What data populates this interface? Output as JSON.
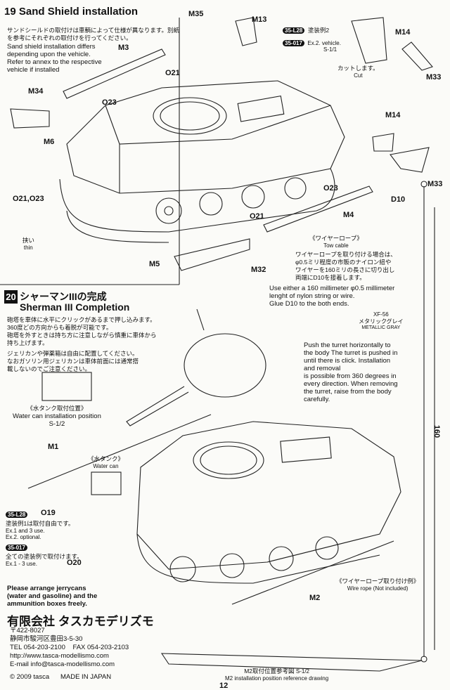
{
  "step19": {
    "number": "19",
    "title": "Sand Shield installation",
    "note_jp": [
      "サンドシールドの取付けは車輌によって仕様が異なります。別紙",
      "を参考にそれぞれの取付けを行ってください。"
    ],
    "note_en": [
      "Sand shield installation differs",
      "depending upon the vehicle.",
      "Refer to annex to the respective",
      "vehicle if installed"
    ],
    "parts": {
      "m35": "M35",
      "m13": "M13",
      "m3": "M3",
      "o21a": "O21",
      "m34": "M34",
      "o23a": "O23",
      "m6": "M6",
      "m14a": "M14",
      "m33a": "M33",
      "m14b": "M14",
      "m33b": "M33",
      "d10": "D10",
      "o23b": "O23",
      "m4": "M4",
      "o21b": "O21",
      "m5": "M5",
      "m32": "M32",
      "s11": "S-1/1"
    },
    "ex2_tag1": "35-L28",
    "ex2_tag2": "35-017",
    "ex2_jp": "塗装例2",
    "ex2_en": "Ex.2. vehicle.",
    "cut_jp": "カットします。",
    "cut_en": "Cut",
    "thin_parts": "O21,O23",
    "thin_jp": "挟い",
    "thin_en": "thin"
  },
  "towcable": {
    "title_jp": "《ワイヤーロープ》",
    "title_en": "Tow cable",
    "note_jp": [
      "ワイヤーロープを取り付ける場合は、",
      "φ0.5ミリ程度の市販のナイロン紐や",
      "ワイヤーを160ミリの長さに切り出し",
      "両端にD10を接着します。"
    ],
    "note_en": [
      "Use either a 160 millimeter φ0.5 millimeter",
      "lenght of nylon string or wire.",
      "Glue D10 to the both ends."
    ],
    "paint_code": "XF-56",
    "paint_jp": "メタリックグレイ",
    "paint_en": "METALLIC GRAY",
    "length": "160"
  },
  "step20": {
    "number": "20",
    "title_jp": "シャーマンIIIの完成",
    "title_en": "Sherman III Completion",
    "note_jp": [
      "砲塔を車体に水平にクリックがあるまで押し込みます。",
      "360度どの方向からも着脱が可能です。",
      "砲塔を外すときは持ち方に注意しながら慎重に車体から",
      "持ち上げます。",
      "",
      "ジェリカンや弾薬箱は自由に配置してください。",
      "なおガソリン用ジェリカンは車体前面には通常搭",
      "載しないのでご注意ください。"
    ],
    "turret_en": [
      "Push the turret horizontally to",
      "the body The turret is pushed in",
      "until there is click. Installation",
      "and removal",
      "is possible from 360 degrees in",
      "every direction. When removing",
      "the turret, raise from the body",
      "carefully."
    ],
    "water_pos_jp": "《水タンク取付位置》",
    "water_pos_en": "Water can installation position",
    "water_pos_ref": "S-1/2",
    "water_jp": "《水タンク》",
    "water_en": "Water can",
    "parts": {
      "m1": "M1",
      "o19": "O19",
      "o20": "O20",
      "m2": "M2"
    },
    "ex_tag1": "35-L28",
    "ex_tag2": "35-017",
    "ex_free_jp": "塗装例1は取付自由です。",
    "ex_free_en1": "Ex.1 and 3 use.",
    "ex_free_en2": "Ex.2. optional.",
    "ex_all_jp": "全ての塗装例で取付けます。",
    "ex_all_en": "Ex.1 - 3 use.",
    "arrange_en": [
      "Please arrange jerrycans",
      "(water and gasoline) and the",
      "ammunition boxes freely."
    ],
    "wire_jp": "《ワイヤーロープ取り付け例》",
    "wire_en": "Wire rope (Not included)",
    "m2_ref_jp": "M2取付位置参考図",
    "m2_ref_ref": "S-1/2",
    "m2_ref_en": "M2 installation position reference drawing"
  },
  "company": {
    "name_jp": "有限会社 タスカモデリズモ",
    "postal": "〒422-8027",
    "address": "静岡市駿河区豊田3-5-30",
    "tel": "TEL   054-203-2100",
    "fax": "FAX   054-203-2103",
    "url": "http://www.tasca-modellismo.com",
    "email": "E-mail info@tasca-modellismo.com",
    "copyright": "© 2009 tasca",
    "made_in": "MADE IN JAPAN",
    "page_number": "12"
  }
}
